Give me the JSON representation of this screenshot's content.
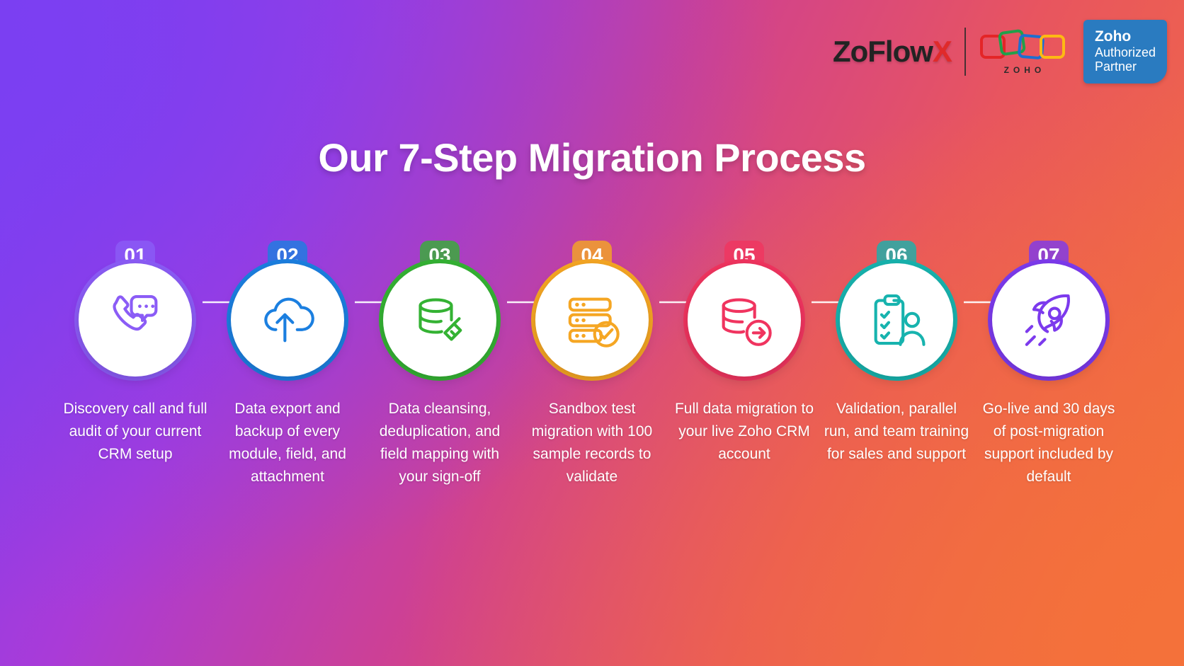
{
  "header": {
    "brand_zo": "Zo",
    "brand_flow": "Flow",
    "brand_x": "X",
    "zoho_wordmark": "ZOHO",
    "partner_badge": {
      "line1": "Zoho",
      "line2": "Authorized",
      "line3": "Partner"
    }
  },
  "title": "Our 7-Step Migration Process",
  "steps": [
    {
      "number": "01",
      "color": "#8b5cf6",
      "icon": "phone-chat-icon",
      "caption": "Discovery call and full audit of your current CRM setup"
    },
    {
      "number": "02",
      "color": "#1b7fe0",
      "icon": "cloud-upload-icon",
      "caption": "Data export and backup of every module, field, and attachment"
    },
    {
      "number": "03",
      "color": "#34b233",
      "icon": "database-broom-icon",
      "caption": "Data cleansing, deduplication, and field mapping with your sign-off"
    },
    {
      "number": "04",
      "color": "#f5a623",
      "icon": "server-check-icon",
      "caption": "Sandbox test migration with 100 sample records to validate"
    },
    {
      "number": "05",
      "color": "#f0345f",
      "icon": "database-arrow-icon",
      "caption": "Full data migration to your live Zoho CRM account"
    },
    {
      "number": "06",
      "color": "#17b3ae",
      "icon": "clipboard-person-icon",
      "caption": "Validation, parallel run, and team training for sales and support"
    },
    {
      "number": "07",
      "color": "#7c3aed",
      "icon": "rocket-icon",
      "caption": "Go-live and 30 days of post-migration support included by default"
    }
  ]
}
